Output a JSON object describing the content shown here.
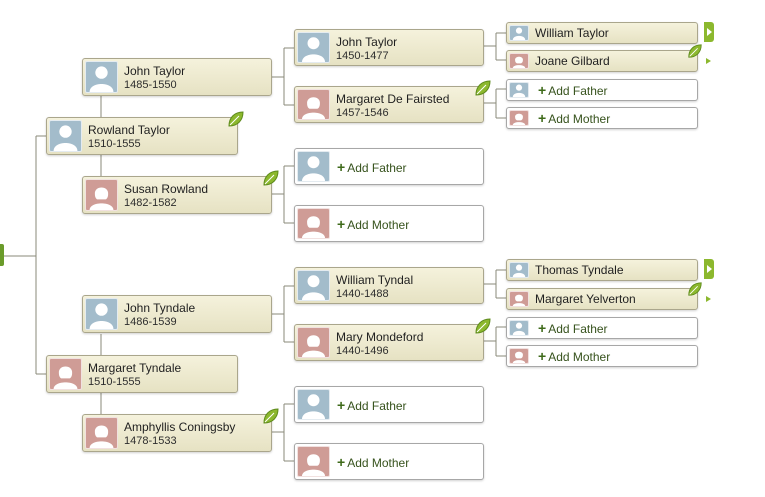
{
  "people": {
    "rowland": {
      "name": "Rowland Taylor",
      "dates": "1510-1555"
    },
    "john_taylor": {
      "name": "John Taylor",
      "dates": "1485-1550"
    },
    "susan_rowland": {
      "name": "Susan Rowland",
      "dates": "1482-1582"
    },
    "john_taylor_sr": {
      "name": "John Taylor",
      "dates": "1450-1477"
    },
    "margaret_de_fairsted": {
      "name": "Margaret De Fairsted",
      "dates": "1457-1546"
    },
    "william_taylor": {
      "name": "William Taylor"
    },
    "joane_gilbard": {
      "name": "Joane Gilbard"
    },
    "margaret_tyndale": {
      "name": "Margaret Tyndale",
      "dates": "1510-1555"
    },
    "john_tyndale": {
      "name": "John Tyndale",
      "dates": "1486-1539"
    },
    "amphyllis": {
      "name": "Amphyllis Coningsby",
      "dates": "1478-1533"
    },
    "william_tyndal": {
      "name": "William Tyndal",
      "dates": "1440-1488"
    },
    "mary_mondeford": {
      "name": "Mary Mondeford",
      "dates": "1440-1496"
    },
    "thomas_tyndale": {
      "name": "Thomas Tyndale"
    },
    "margaret_yelverton": {
      "name": "Margaret Yelverton"
    }
  },
  "actions": {
    "add_father": "Add Father",
    "add_mother": "Add Mother"
  },
  "icons": {
    "leaf": "leaf-icon",
    "male": "male-silhouette-icon",
    "female": "female-silhouette-icon",
    "expand": "expand-arrow-icon"
  },
  "colors": {
    "card_bg": "#efecd3",
    "male_avatar": "#a3bccb",
    "female_avatar": "#cf9c96",
    "accent_green": "#8cb82e",
    "add_text": "#36521c"
  }
}
